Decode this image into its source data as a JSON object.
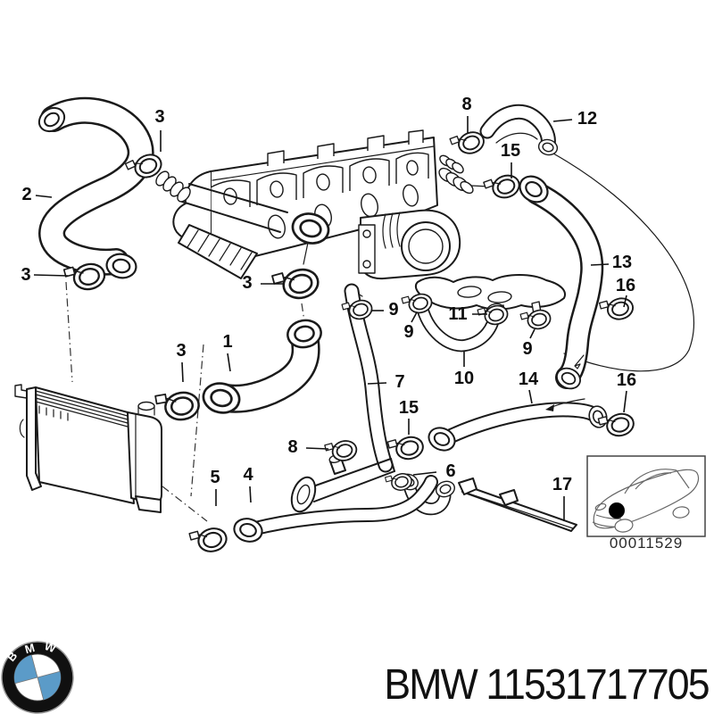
{
  "diagram": {
    "description": "BMW engine cooling system water hoses exploded parts diagram",
    "callouts": [
      {
        "label": "3"
      },
      {
        "label": "2"
      },
      {
        "label": "3"
      },
      {
        "label": "3"
      },
      {
        "label": "8"
      },
      {
        "label": "12"
      },
      {
        "label": "15"
      },
      {
        "label": "13"
      },
      {
        "label": "16"
      },
      {
        "label": "9"
      },
      {
        "label": "11"
      },
      {
        "label": "9"
      },
      {
        "label": "9"
      },
      {
        "label": "10"
      },
      {
        "label": "14"
      },
      {
        "label": "16"
      },
      {
        "label": "7"
      },
      {
        "label": "15"
      },
      {
        "label": "1"
      },
      {
        "label": "3"
      },
      {
        "label": "8"
      },
      {
        "label": "5"
      },
      {
        "label": "4"
      },
      {
        "label": "6"
      },
      {
        "label": "17"
      }
    ],
    "inset": {
      "code": "00011529"
    }
  },
  "footer": {
    "part_number": "BMW 11531717705",
    "logo_letters": [
      "B",
      "M",
      "W"
    ]
  },
  "colors": {
    "line": "#1a1a1a",
    "logo_blue": "#5b9bc8",
    "background": "#ffffff"
  }
}
